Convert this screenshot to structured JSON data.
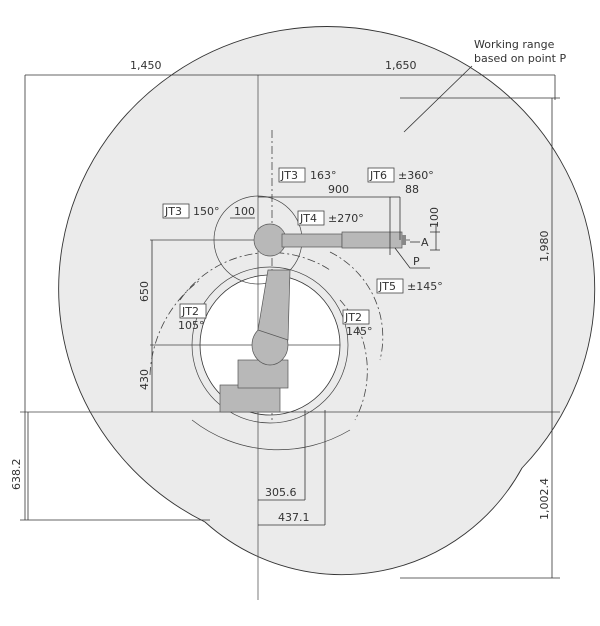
{
  "annotation": {
    "line1": "Working range",
    "line2": "based on point P"
  },
  "dimensions": {
    "left_reach": "1,450",
    "right_reach": "1,650",
    "height_total": "1,980",
    "depth_below": "1,002.4",
    "left_below": "638.2",
    "upper_arm": "650",
    "base_height": "430",
    "forearm": "900",
    "wrist_offset": "88",
    "offset_100_a": "100",
    "offset_100_b": "100",
    "inner_a": "305.6",
    "inner_b": "437.1"
  },
  "joints": [
    {
      "name": "JT3",
      "range": "163°"
    },
    {
      "name": "JT6",
      "range": "±360°"
    },
    {
      "name": "JT3",
      "range": "150°"
    },
    {
      "name": "JT4",
      "range": "±270°"
    },
    {
      "name": "JT5",
      "range": "±145°"
    },
    {
      "name": "JT2",
      "range": "105°"
    },
    {
      "name": "JT2",
      "range": "145°"
    }
  ],
  "points": {
    "p": "P",
    "a": "A"
  },
  "colors": {
    "range_fill": "#ebebeb",
    "line": "#333333"
  }
}
